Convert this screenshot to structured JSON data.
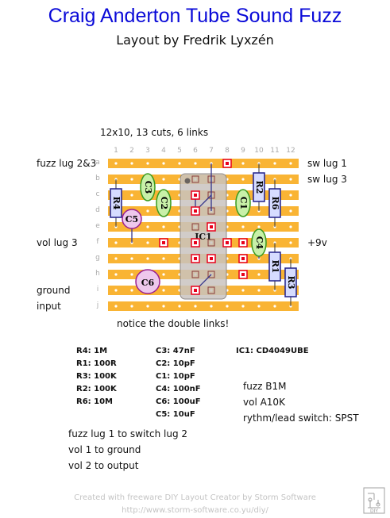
{
  "title": "Craig Anderton Tube Sound Fuzz",
  "subtitle": "Layout by Fredrik Lyxzén",
  "board_info": "12x10, 13 cuts, 6 links",
  "columns": [
    "1",
    "2",
    "3",
    "4",
    "5",
    "6",
    "7",
    "8",
    "9",
    "10",
    "11",
    "12"
  ],
  "rows": [
    "a",
    "b",
    "c",
    "d",
    "e",
    "f",
    "g",
    "h",
    "i",
    "j"
  ],
  "left_labels": {
    "a": "fuzz lug 2&3",
    "f": "vol lug 3",
    "i": "ground",
    "j": "input"
  },
  "right_labels": {
    "a": "sw lug 1",
    "b": "sw lug 3",
    "f": "+9v"
  },
  "components": {
    "R4": "R4",
    "R2": "R2",
    "R6": "R6",
    "R1": "R1",
    "R3": "R3",
    "C1": "C1",
    "C2": "C2",
    "C3": "C3",
    "C4": "C4",
    "C5": "C5",
    "C6": "C6",
    "IC1": "IC1"
  },
  "colors": {
    "strip": "#f9b434",
    "board": "#ffffff",
    "ic": "#c9c3c0",
    "resistor": "#d6dcff",
    "film_cap": "#c8f0a8",
    "electrolytic": "#eec8ec",
    "cut": "#e8001c",
    "title": "#0a0ad8"
  },
  "notice": "notice the double links!",
  "bom": {
    "resistors": [
      "R4: 1M",
      "R1: 100R",
      "R3: 100K",
      "R2: 100K",
      "R6: 10M"
    ],
    "capacitors": [
      "C3: 47nF",
      "C2: 10pF",
      "C1: 10pF",
      "C4: 100nF",
      "C6: 100uF",
      "C5: 10uF"
    ],
    "ic": "IC1: CD4049UBE"
  },
  "pots": [
    "fuzz B1M",
    "vol A10K",
    "rythm/lead switch: SPST"
  ],
  "wiring": [
    "fuzz lug 1 to switch lug 2",
    "vol 1 to ground",
    "vol 2 to output"
  ],
  "footer": {
    "line1": "Created with freeware DIY Layout Creator by Storm Software",
    "line2": "http://www.storm-software.co.yu/diy/"
  },
  "logo_text": "DIY"
}
